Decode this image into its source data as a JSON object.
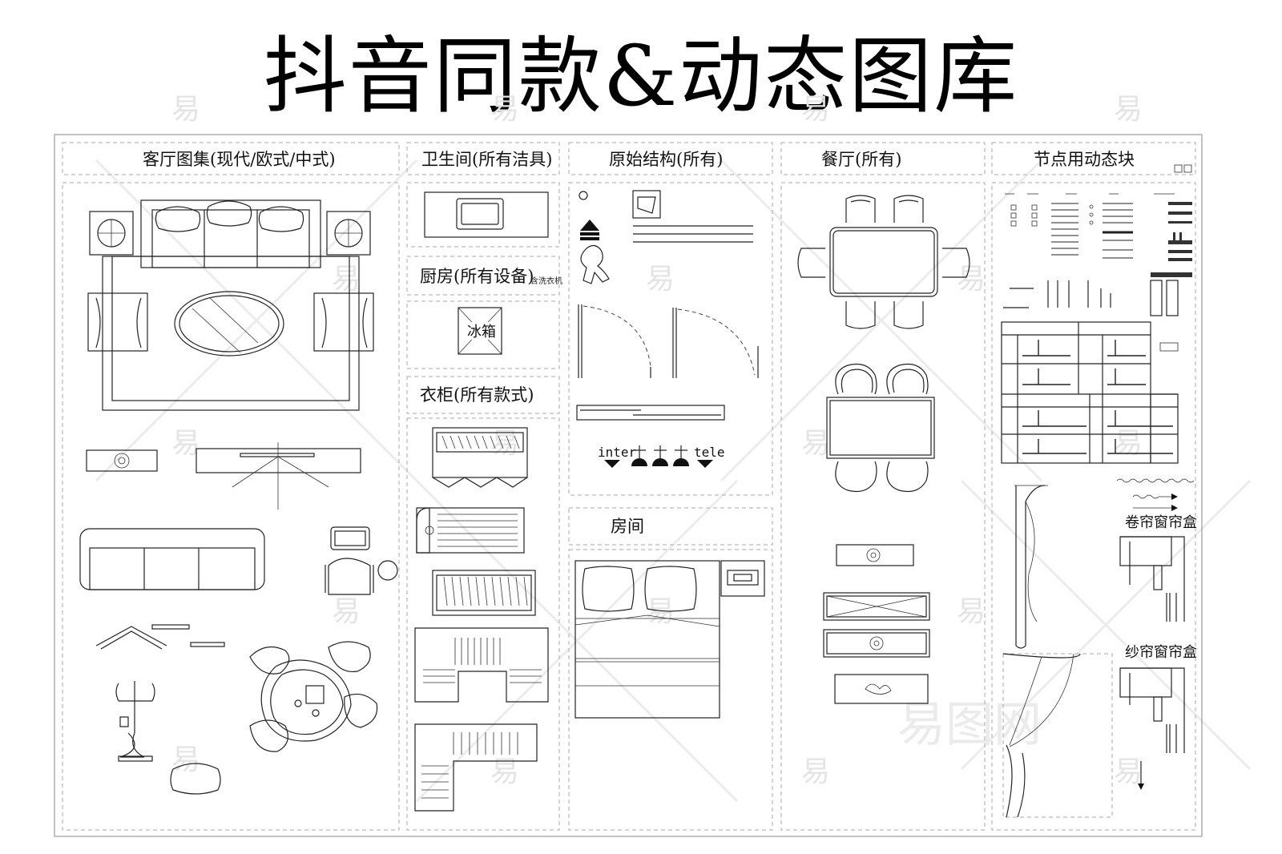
{
  "title": "抖音同款&动态图库",
  "sections": {
    "living_room": "客厅图集(现代/欧式/中式)",
    "bathroom": "卫生间(所有洁具)",
    "original_structure": "原始结构(所有)",
    "dining": "餐厅(所有)",
    "node_blocks": "节点用动态块",
    "kitchen": "厨房(所有设备)",
    "wardrobe": "衣柜(所有款式)",
    "room": "房间"
  },
  "labels": {
    "fridge": "冰箱",
    "washer": "含洗衣机",
    "inter": "inter",
    "tele": "tele",
    "roller_blind": "卷帘窗帘盒",
    "sheer_curtain": "纱帘窗帘盒"
  },
  "watermark": {
    "char": "易",
    "brand": "易图网"
  },
  "colors": {
    "line": "#222222",
    "frame": "#aaaaaa",
    "watermark": "#e4e4e4",
    "background": "#ffffff"
  }
}
